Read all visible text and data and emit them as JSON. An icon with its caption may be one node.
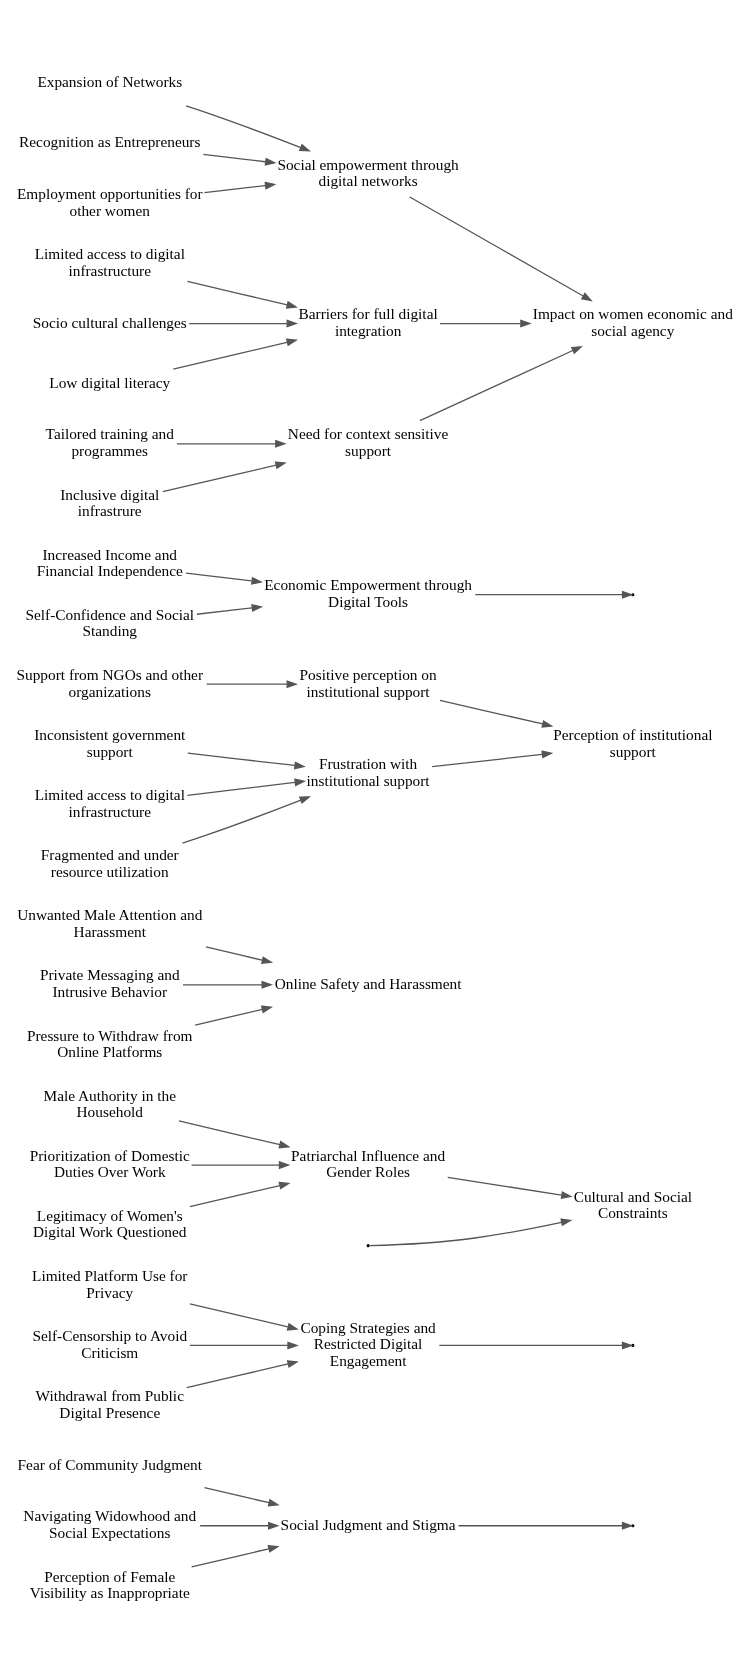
{
  "diagram": {
    "nodes": [
      {
        "text": [
          "Fear of Community Judgment"
        ]
      },
      {
        "text": [
          "Navigating Widowhood and Social Expectations"
        ]
      },
      {
        "text": [
          "Perception of Female Visibility as Inappropriate"
        ]
      },
      {
        "text": [
          "Social Judgment and Stigma"
        ]
      },
      {
        "text": [
          "Limited Platform Use for Privacy"
        ]
      },
      {
        "text": [
          "Self-Censorship to Avoid Criticism"
        ]
      },
      {
        "text": [
          "Withdrawal from Public Digital Presence"
        ]
      },
      {
        "text": [
          "Coping Strategies and Restricted Digital Engagement"
        ]
      },
      {
        "text": [
          "Male Authority in the Household"
        ]
      },
      {
        "text": [
          "Prioritization of Domestic Duties Over Work"
        ]
      },
      {
        "text": [
          "Legitimacy of Women's Digital Work Questioned"
        ]
      },
      {
        "text": [
          "Patriarchal Influence and Gender Roles"
        ]
      },
      {
        "text": [
          "Cultural and Social Constraints"
        ]
      },
      {
        "text": [
          "Unwanted Male Attention and Harassment"
        ]
      },
      {
        "text": [
          "Private Messaging and Intrusive Behavior"
        ]
      },
      {
        "text": [
          "Pressure to Withdraw from Online Platforms"
        ]
      },
      {
        "text": [
          "Online Safety and Harassment"
        ]
      },
      {
        "text": [
          "Support from NGOs and other organizations"
        ]
      },
      {
        "text": [
          "Positive perception on institutional support"
        ]
      },
      {
        "text": [
          "Perception of institutional support"
        ]
      },
      {
        "text": [
          "Inconsistent government support"
        ]
      },
      {
        "text": [
          "Limited access to digital infrastructure"
        ]
      },
      {
        "text": [
          "Fragmented and under resource utilization"
        ]
      },
      {
        "text": [
          "Frustration with institutional support"
        ]
      },
      {
        "text": [
          "Increased Income and Financial Independence"
        ]
      },
      {
        "text": [
          "Self-Confidence and Social Standing"
        ]
      },
      {
        "text": [
          "Economic Empowerment through Digital Tools"
        ]
      },
      {
        "text": [
          "Expansion of Networks"
        ]
      },
      {
        "text": [
          "Recognition as Entrepreneurs"
        ]
      },
      {
        "text": [
          "Employment opportunities for other women"
        ]
      },
      {
        "text": [
          "Social empowerment through digital networks"
        ]
      },
      {
        "text": [
          "Impact on women economic and social agency"
        ]
      },
      {
        "text": [
          "Limited access to digital infrastructure"
        ]
      },
      {
        "text": [
          "Socio cultural challenges"
        ]
      },
      {
        "text": [
          "Low digital literacy"
        ]
      },
      {
        "text": [
          "Barriers for full digital integration"
        ]
      },
      {
        "text": [
          "Tailored training and programmes"
        ]
      },
      {
        "text": [
          "Inclusive digital infrastrure"
        ]
      },
      {
        "text": [
          "Need for context sensitive support"
        ]
      }
    ],
    "edges": [
      {
        "from": 0,
        "to": 3,
        "arrow": "to"
      },
      {
        "from": 1,
        "to": 3,
        "arrow": "to"
      },
      {
        "from": 2,
        "to": 3,
        "arrow": "to"
      },
      {
        "from": 3,
        "to": null,
        "arrow": "to"
      },
      {
        "from": 4,
        "to": 7,
        "arrow": "to"
      },
      {
        "from": 5,
        "to": 7,
        "arrow": "to"
      },
      {
        "from": 6,
        "to": 7,
        "arrow": "to"
      },
      {
        "from": 7,
        "to": null,
        "arrow": "to"
      },
      {
        "from": 8,
        "to": 11,
        "arrow": "to"
      },
      {
        "from": 9,
        "to": 11,
        "arrow": "to"
      },
      {
        "from": 10,
        "to": 11,
        "arrow": "to"
      },
      {
        "from": 11,
        "to": 12,
        "arrow": "to"
      },
      {
        "from": null,
        "to": 12,
        "arrow": "to"
      },
      {
        "from": 13,
        "to": 16,
        "arrow": "to"
      },
      {
        "from": 14,
        "to": 16,
        "arrow": "to"
      },
      {
        "from": 15,
        "to": 16,
        "arrow": "to"
      },
      {
        "from": 17,
        "to": 18,
        "arrow": "to"
      },
      {
        "from": 18,
        "to": 19,
        "arrow": "to"
      },
      {
        "from": 20,
        "to": 23,
        "arrow": "to"
      },
      {
        "from": 21,
        "to": 23,
        "arrow": "to"
      },
      {
        "from": 22,
        "to": 23,
        "arrow": "to"
      },
      {
        "from": 23,
        "to": 19,
        "arrow": "to"
      },
      {
        "from": 24,
        "to": 26,
        "arrow": "to"
      },
      {
        "from": 25,
        "to": 26,
        "arrow": "to"
      },
      {
        "from": 26,
        "to": null,
        "arrow": "to"
      },
      {
        "from": 27,
        "to": 30,
        "arrow": "to"
      },
      {
        "from": 28,
        "to": 30,
        "arrow": "to"
      },
      {
        "from": 29,
        "to": 30,
        "arrow": "to"
      },
      {
        "from": 30,
        "to": 31,
        "arrow": "to"
      },
      {
        "from": 32,
        "to": 35,
        "arrow": "to"
      },
      {
        "from": 33,
        "to": 35,
        "arrow": "to"
      },
      {
        "from": 34,
        "to": 35,
        "arrow": "to"
      },
      {
        "from": 35,
        "to": 31,
        "arrow": "to"
      },
      {
        "from": 36,
        "to": 38,
        "arrow": "to"
      },
      {
        "from": 37,
        "to": 38,
        "arrow": "to"
      },
      {
        "from": 38,
        "to": 31,
        "arrow": "to"
      }
    ]
  }
}
